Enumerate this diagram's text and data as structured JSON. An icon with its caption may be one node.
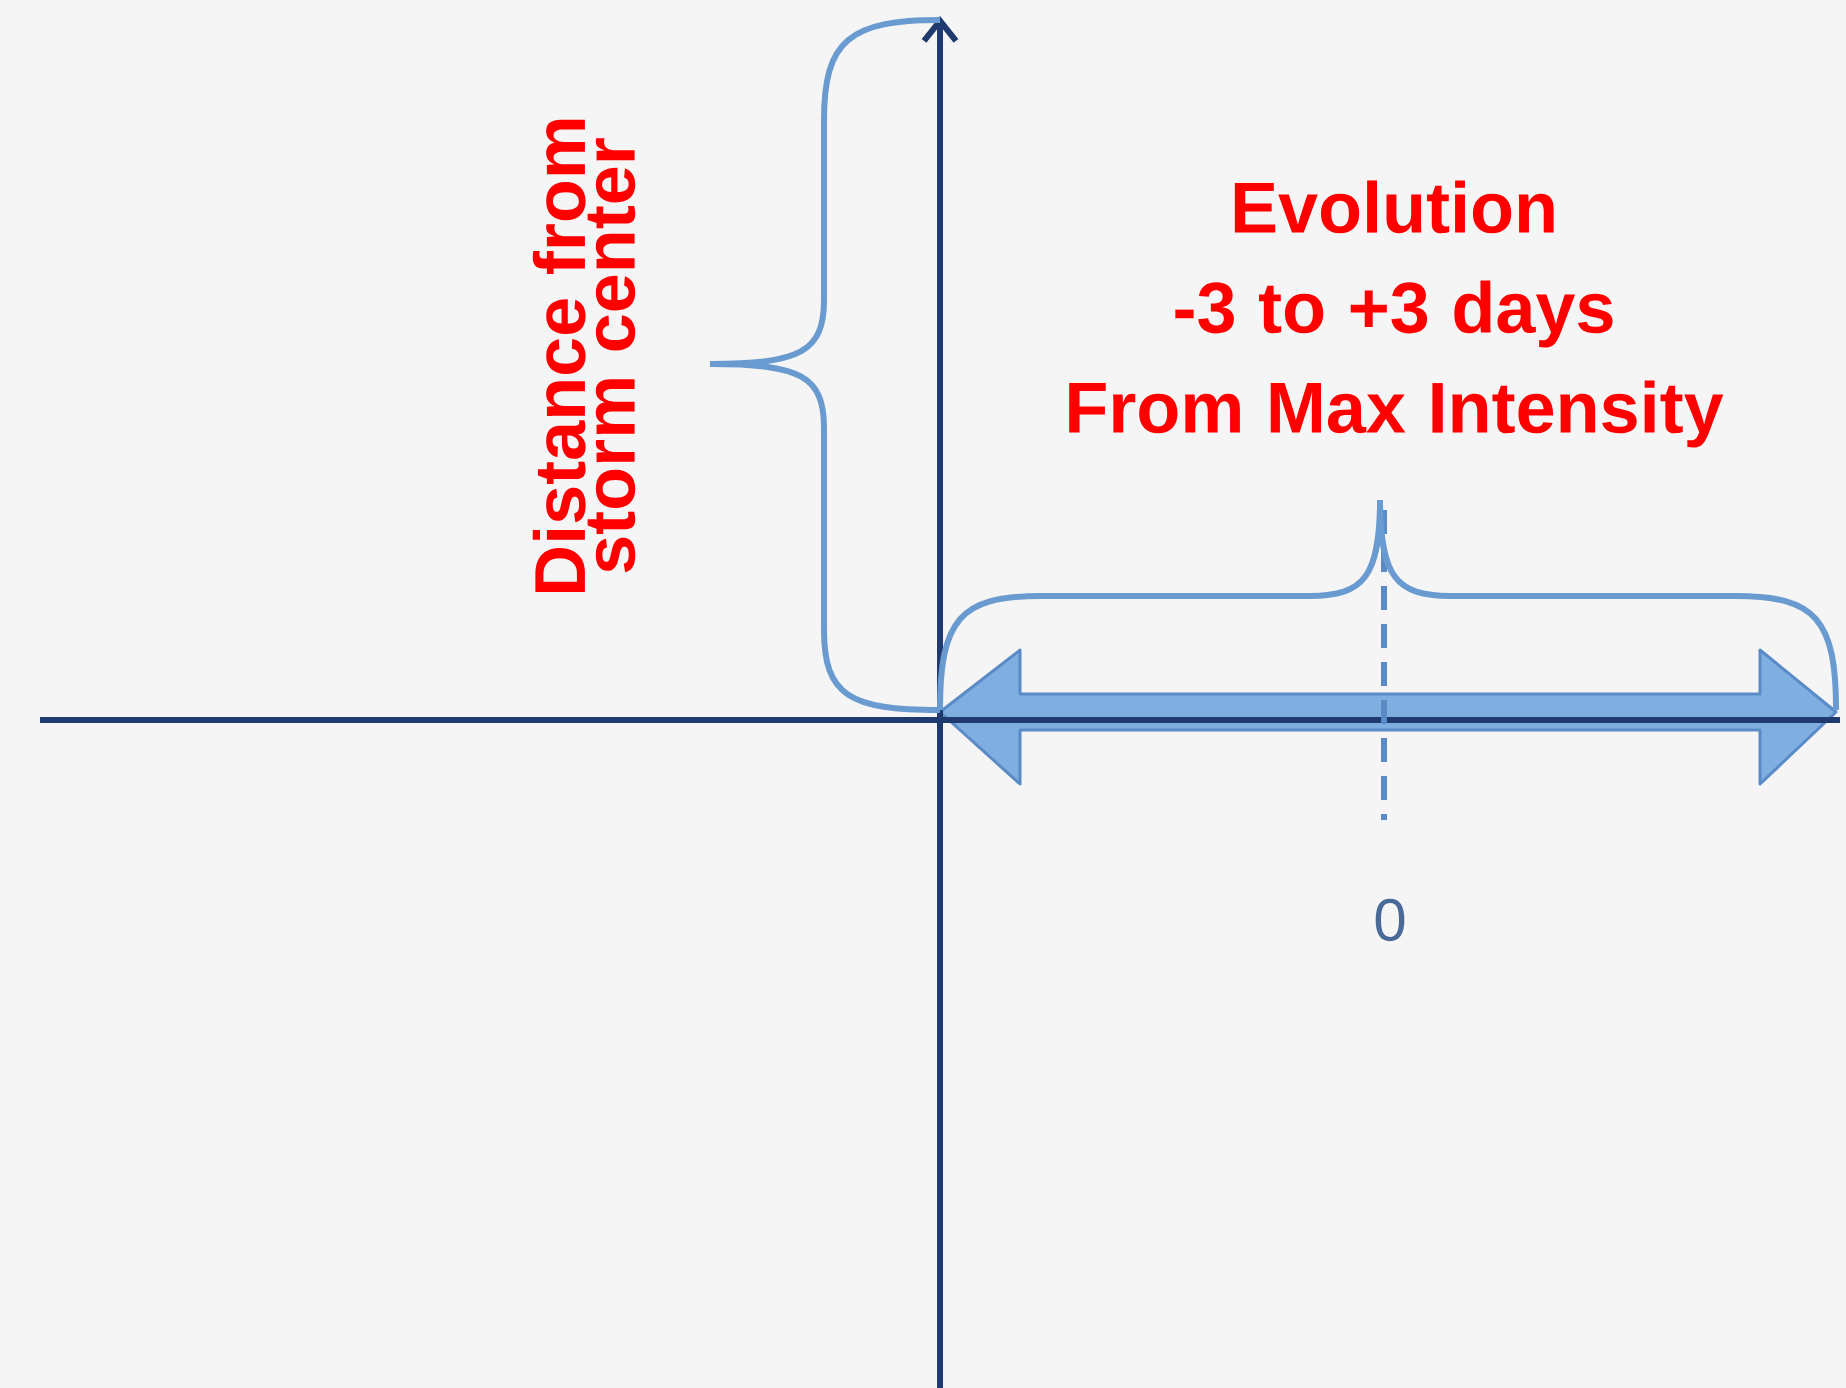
{
  "diagram": {
    "labels": [
      "Distance from storm center",
      "Evolution -3 to +3 days From Max Intensity",
      "0"
    ]
  }
}
